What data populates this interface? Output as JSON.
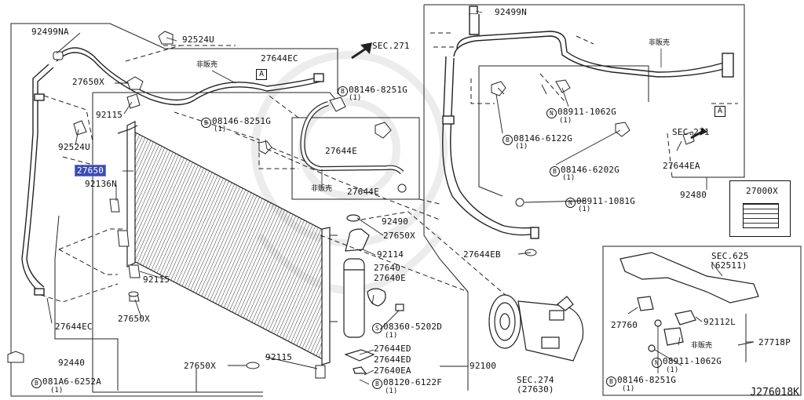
{
  "diagram_id": "J276018K",
  "labels": {
    "p92499na": "92499NA",
    "p92524u_a": "92524U",
    "p92524u_b": "92524U",
    "p27650x_a": "27650X",
    "p27650x_b": "27650X",
    "p27650x_c": "27650X",
    "p27650x_d": "27650X",
    "p92115_a": "92115",
    "p92115_b": "92115",
    "p92115_c": "92115",
    "p27650": "27650",
    "p92136n": "92136N",
    "p27644ec_a": "27644EC",
    "p27644ec_b": "27644EC",
    "p92440": "92440",
    "p081a6": "081A6-6252A",
    "p081a6_q": "(1)",
    "sec271_a": "SEC.271",
    "sec271_b": "SEC.271",
    "not_sold_a": "非販売",
    "not_sold_b": "非販売",
    "not_sold_c": "非販売",
    "not_sold_d": "非販売",
    "ref_a1": "A",
    "ref_a2": "A",
    "p08146_8251g_a": "08146-8251G",
    "p08146_8251g_a_q": "(1)",
    "p08146_8251g_b": "08146-8251G",
    "p08146_8251g_b_q": "(1)",
    "p08146_8251g_c": "08146-8251G",
    "p08146_8251g_c_q": "(1)",
    "p27644e_a": "27644E",
    "p27644e_b": "27644E",
    "p92490": "92490",
    "p92114": "92114",
    "p27640": "27640",
    "p27640e": "27640E",
    "p08360": "08360-5202D",
    "p08360_q": "(1)",
    "p27644ed_a": "27644ED",
    "p27644ed_b": "27644ED",
    "p27640ea": "27640EA",
    "p08120": "08120-6122F",
    "p08120_q": "(1)",
    "p92100": "92100",
    "sec274": "SEC.274",
    "sec274_sub": "(27630)",
    "p92499n": "92499N",
    "p08911_1062g_a": "08911-1062G",
    "p08911_1062g_a_q": "(1)",
    "p08146_6122g": "08146-6122G",
    "p08146_6122g_q": "(1)",
    "p08146_6202g": "08146-6202G",
    "p08146_6202g_q": "(1)",
    "p08911_1081g": "08911-1081G",
    "p08911_1081g_q": "(1)",
    "p27644eb": "27644EB",
    "p27644ea": "27644EA",
    "p92480": "92480",
    "p27000x": "27000X",
    "sec625": "SEC.625",
    "sec625_sub": "(62511)",
    "p27760": "27760",
    "p92112l": "92112L",
    "p27718p": "27718P",
    "p08911_1062g_b": "08911-1062G",
    "p08911_1062g_b_q": "(1)",
    "circle_b": "B",
    "circle_n": "N",
    "circle_s": "S"
  }
}
